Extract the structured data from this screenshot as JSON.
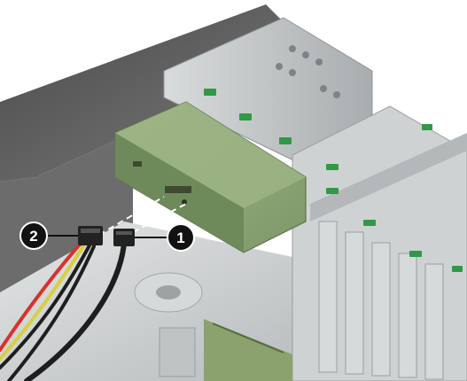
{
  "callouts": [
    {
      "number": "1",
      "meaning": "sata-data-cable"
    },
    {
      "number": "2",
      "meaning": "sata-power-cable"
    }
  ],
  "colors": {
    "chassis_dark": "#5a5a5a",
    "chassis_metal": "#c9ccce",
    "optical_drive": "#8ea77a",
    "release_latch": "#2f9a46",
    "cable_red": "#d6332e",
    "cable_yellow": "#d8cf3f",
    "cable_black": "#1e1e1e",
    "callout_badge": "#111111"
  },
  "icons": [
    "optical-drive-illustration",
    "sata-connector-icon",
    "callout-badge-icon"
  ]
}
